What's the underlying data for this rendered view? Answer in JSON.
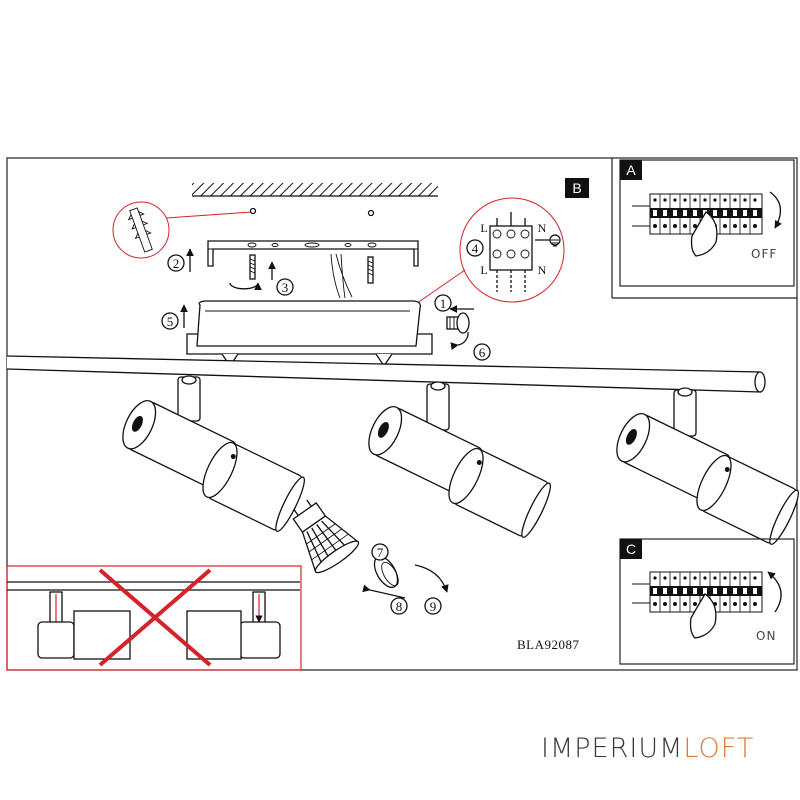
{
  "panels": {
    "b_label": "B",
    "a_label": "A",
    "c_label": "C"
  },
  "steps": [
    "1",
    "2",
    "3",
    "4",
    "5",
    "6",
    "7",
    "8",
    "9"
  ],
  "wiring": {
    "l_top": "L",
    "n_top": "N",
    "l_bottom": "L",
    "n_bottom": "N"
  },
  "switch_off_label": "OFF",
  "switch_on_label": "ON",
  "model_code": "BLA92087",
  "watermark": {
    "part1": "IMPERIUM",
    "part2": "LOFT"
  },
  "colors": {
    "warning_red": "#d4232b",
    "brand_orange": "#e0793a",
    "brand_grey": "#3a3a3a"
  }
}
